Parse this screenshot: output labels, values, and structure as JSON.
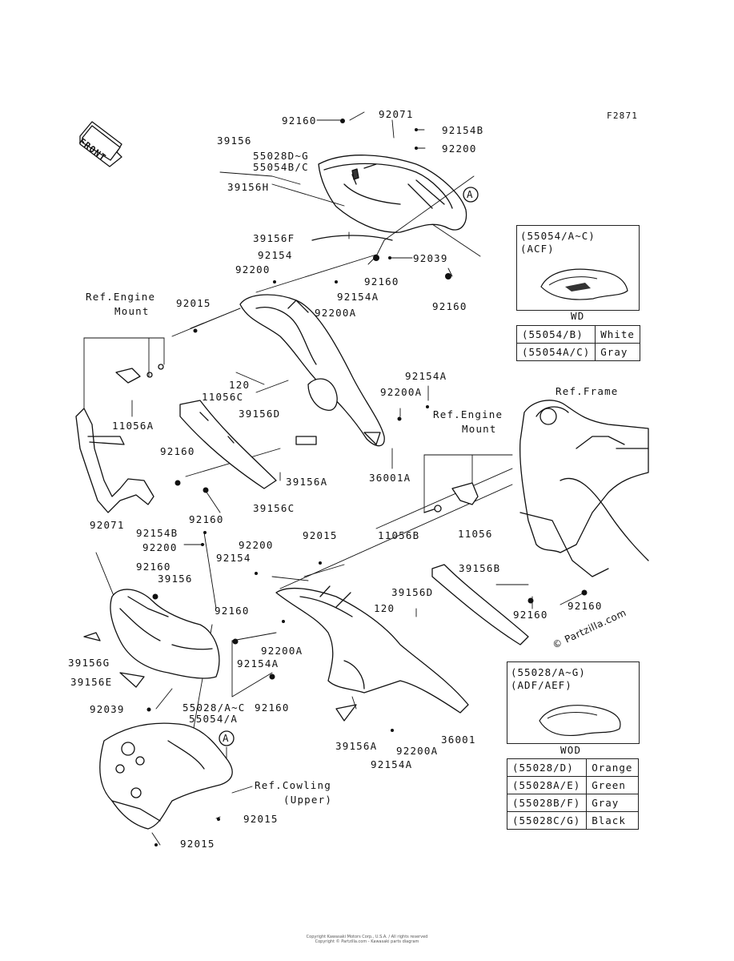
{
  "diagram": {
    "code": "F2871",
    "front_label": "FRONT",
    "callout_a": "A",
    "watermark": "© Partzilla.com",
    "footer_lines": [
      "Copyright Kawasaki Motors Corp., U.S.A. / All rights reserved",
      "Copyright © Partzilla.com - Kawasaki parts diagram"
    ]
  },
  "labels": {
    "p92160_a": "92160",
    "p92071_a": "92071",
    "p92154B_a": "92154B",
    "p92200_a": "92200",
    "p39156_a": "39156",
    "p55028D": "55028D~G",
    "p55054BC": "55054B/C",
    "p39156H": "39156H",
    "p39156F": "39156F",
    "p92154_a": "92154",
    "p92200_b": "92200",
    "p92039_a": "92039",
    "p92160_b": "92160",
    "p92154A_a": "92154A",
    "p92200A_a": "92200A",
    "p92160_c": "92160",
    "refEngine1a": "Ref.Engine",
    "refEngine1b": "Mount",
    "p92015_a": "92015",
    "p120_a": "120",
    "p11056C": "11056C",
    "p39156D_a": "39156D",
    "p11056A": "11056A",
    "p92154A_b": "92154A",
    "p92200A_b": "92200A",
    "refEngine2a": "Ref.Engine",
    "refEngine2b": "Mount",
    "refFrame": "Ref.Frame",
    "p36001A": "36001A",
    "p92160_d": "92160",
    "p39156A_a": "39156A",
    "p92160_e": "92160",
    "p39156C": "39156C",
    "p92071_b": "92071",
    "p92154B_b": "92154B",
    "p92200_c": "92200",
    "p92015_b": "92015",
    "p92200_d": "92200",
    "p92154_b": "92154",
    "p11056B": "11056B",
    "p11056": "11056",
    "p92160_f": "92160",
    "p39156_b": "39156",
    "p39156B": "39156B",
    "p92160_g": "92160",
    "p39156D_b": "39156D",
    "p120_b": "120",
    "p92160_h": "92160",
    "p92160_i": "92160",
    "p39156G": "39156G",
    "p92200A_c": "92200A",
    "p92154A_c": "92154A",
    "p39156E": "39156E",
    "p92039_b": "92039",
    "p55028AC": "55028/A~C",
    "p92160_j": "92160",
    "p55054A": "55054/A",
    "p39156A_b": "39156A",
    "p92200A_d": "92200A",
    "p36001": "36001",
    "p92154A_d": "92154A",
    "refCowlA": "Ref.Cowling",
    "refCowlB": "(Upper)",
    "p92015_c": "92015",
    "p92015_d": "92015"
  },
  "wd_box": {
    "title_line1": "(55054/A~C)",
    "title_line2": "(ACF)",
    "caption": "WD",
    "rows": [
      {
        "part": "(55054/B)",
        "color": "White"
      },
      {
        "part": "(55054A/C)",
        "color": "Gray"
      }
    ]
  },
  "wod_box": {
    "title_line1": "(55028/A~G)",
    "title_line2": "(ADF/AEF)",
    "caption": "WOD",
    "rows": [
      {
        "part": "(55028/D)",
        "color": "Orange"
      },
      {
        "part": "(55028A/E)",
        "color": "Green"
      },
      {
        "part": "(55028B/F)",
        "color": "Gray"
      },
      {
        "part": "(55028C/G)",
        "color": "Black"
      }
    ]
  },
  "colors": {
    "ink": "#111111",
    "paper": "#ffffff"
  }
}
